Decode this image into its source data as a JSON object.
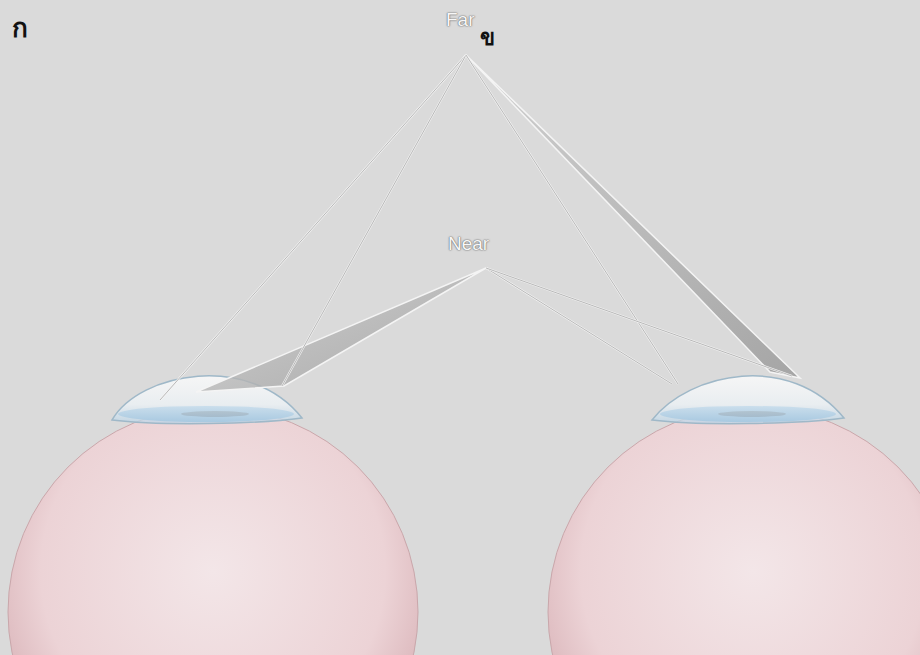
{
  "diagram": {
    "labels": [
      "ก",
      "Far",
      "ข",
      "Near"
    ]
  }
}
